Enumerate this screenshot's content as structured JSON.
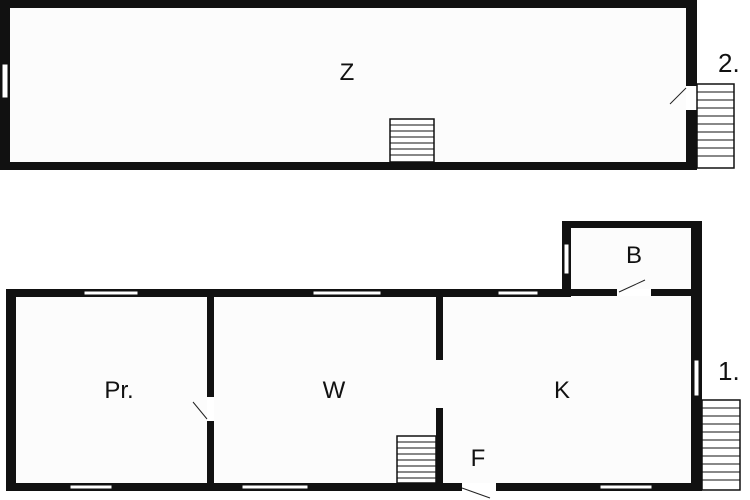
{
  "floor_labels": {
    "upper": "2.",
    "ground": "1."
  },
  "rooms": {
    "attic": "Z",
    "bath": "B",
    "pantry": "Pr.",
    "living": "W",
    "kitchen": "K",
    "hall": "F"
  },
  "colors": {
    "wall": "#111111",
    "floor": "#fcfcfc",
    "background": "#ffffff"
  }
}
